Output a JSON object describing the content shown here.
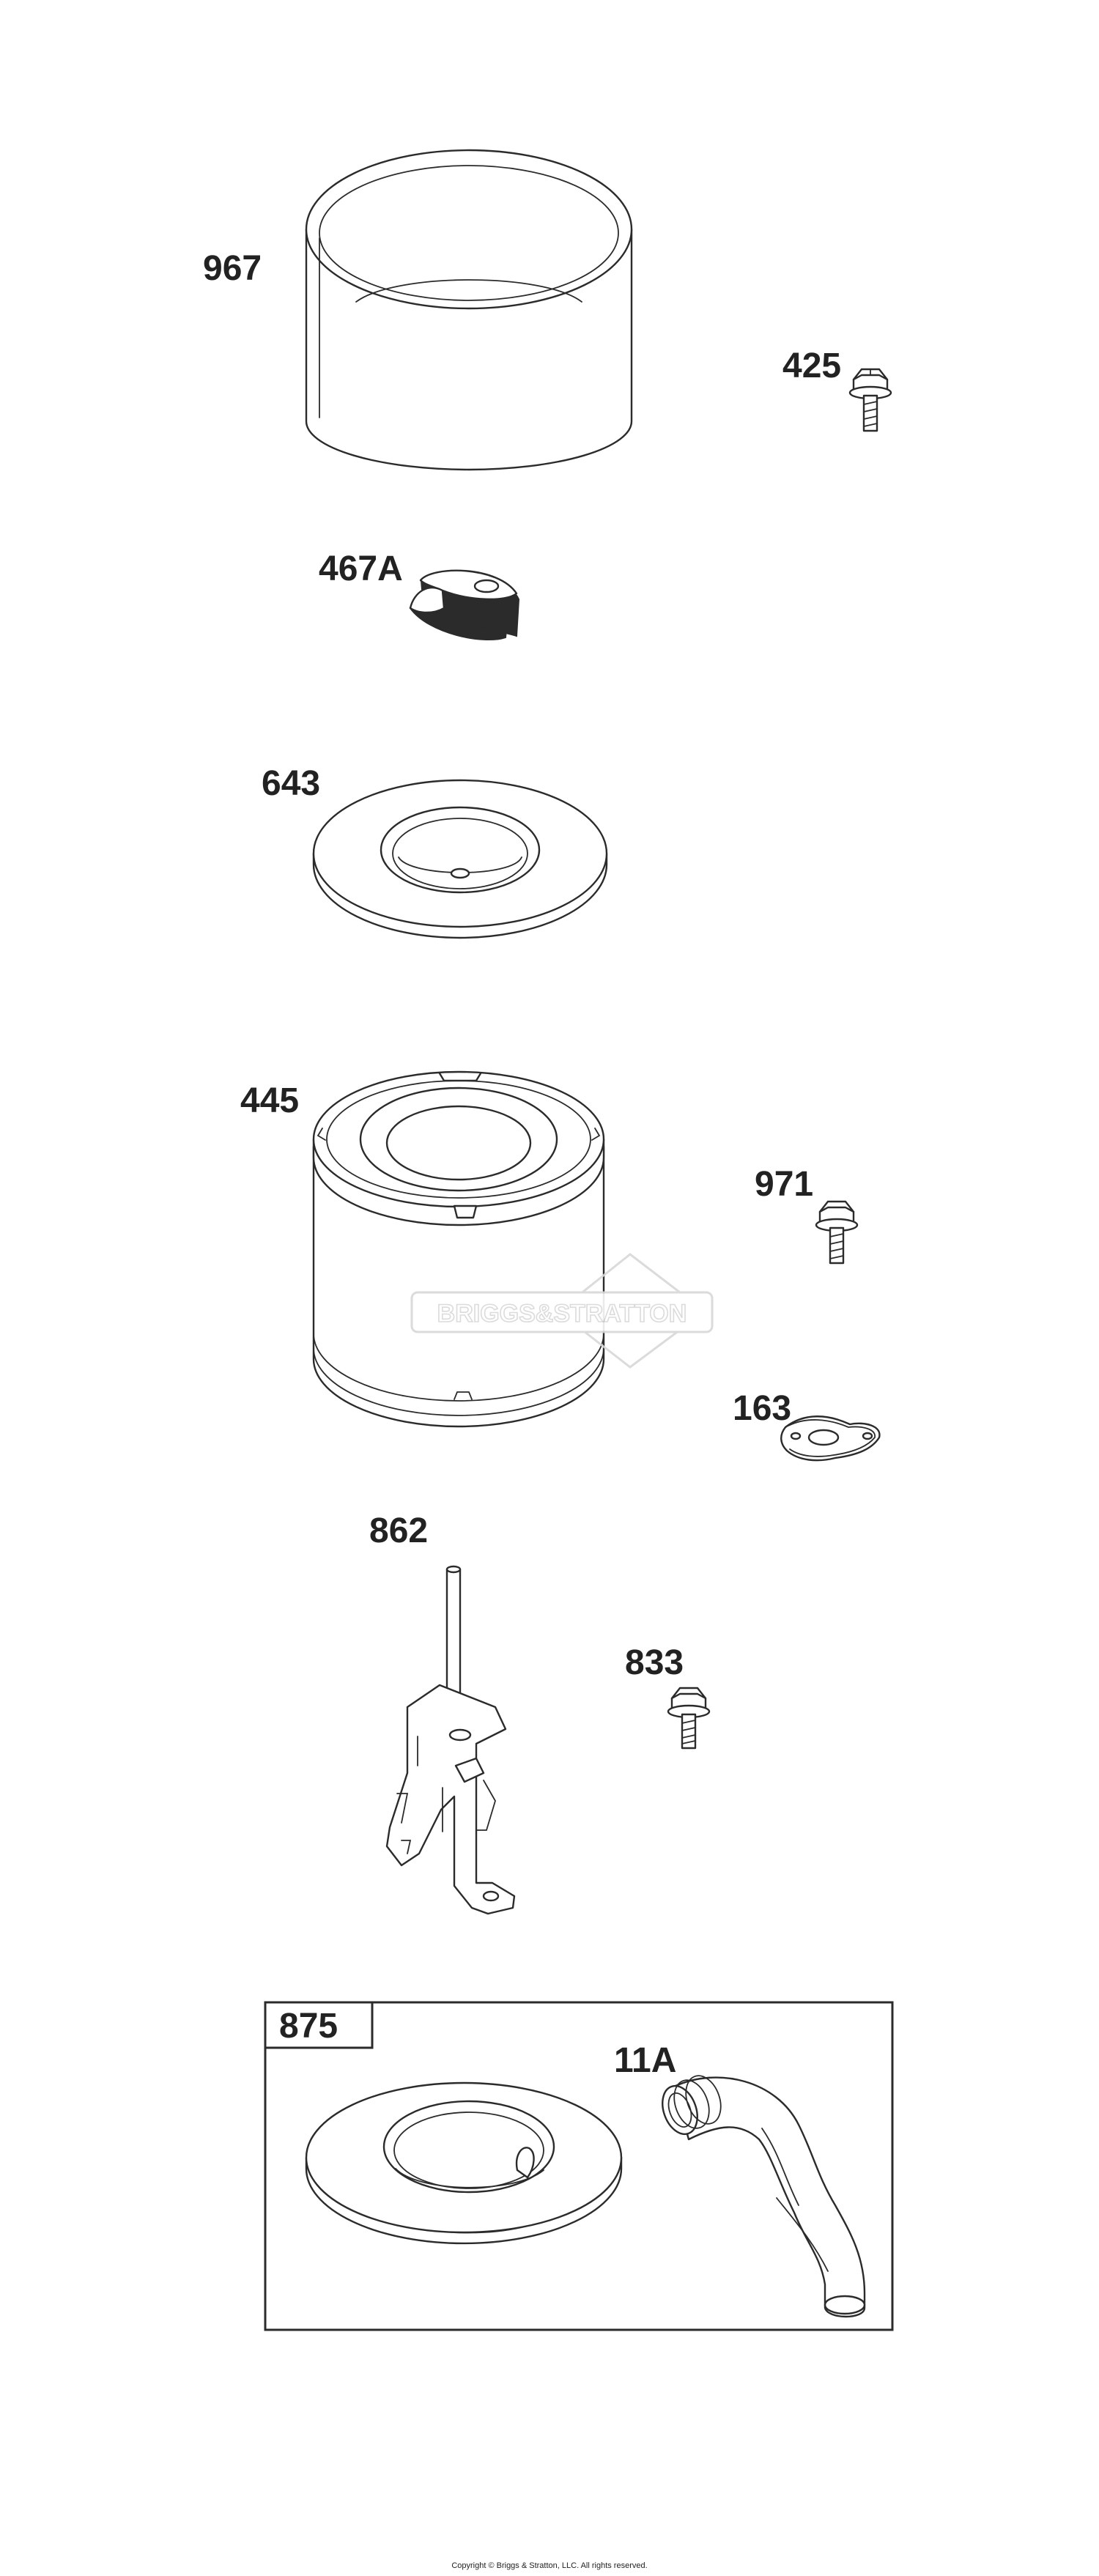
{
  "parts": [
    {
      "id": "967",
      "label": "967",
      "icon": "foam-precleaner-sleeve"
    },
    {
      "id": "425",
      "label": "425",
      "icon": "bolt"
    },
    {
      "id": "467A",
      "label": "467A",
      "icon": "wing-knob"
    },
    {
      "id": "643",
      "label": "643",
      "icon": "air-cleaner-cover-plate"
    },
    {
      "id": "445",
      "label": "445",
      "icon": "air-filter-cartridge"
    },
    {
      "id": "971",
      "label": "971",
      "icon": "bolt"
    },
    {
      "id": "163",
      "label": "163",
      "icon": "gasket"
    },
    {
      "id": "862",
      "label": "862",
      "icon": "air-cleaner-bracket-stud"
    },
    {
      "id": "833",
      "label": "833",
      "icon": "bolt"
    }
  ],
  "kit": {
    "label": "875",
    "parts": [
      {
        "id": "11A",
        "label": "11A",
        "icon": "breather-tube"
      }
    ]
  },
  "watermark": "BRIGGS&STRATTON",
  "copyright": "Copyright © Briggs & Stratton, LLC. All rights reserved.",
  "colors": {
    "line": "#2b2b2b",
    "label": "#222222",
    "watermark": "#d8d8d8",
    "background": "#ffffff"
  }
}
